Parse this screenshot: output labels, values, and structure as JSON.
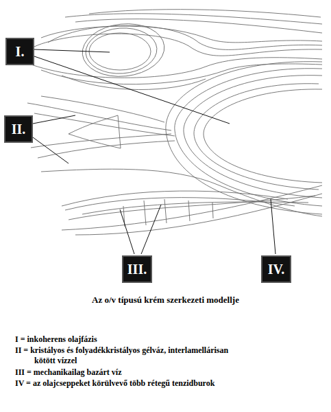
{
  "diagram": {
    "caption": "Az o/v típusú krém szerkezeti modellje",
    "nodes": [
      {
        "text": [
          "I."
        ]
      },
      {
        "text": [
          "II."
        ]
      },
      {
        "text": [
          "III."
        ]
      },
      {
        "text": [
          "IV."
        ]
      }
    ],
    "labels": [
      "I = inkoherens olajfázis",
      "II = kristályos és folyadékkristályos gélváz, interlamellárisan kötött vízzel",
      "III = mechanikailag bazárt víz",
      "IV = az olajcseppeket körülvevő több rétegű tenzidburok"
    ]
  }
}
